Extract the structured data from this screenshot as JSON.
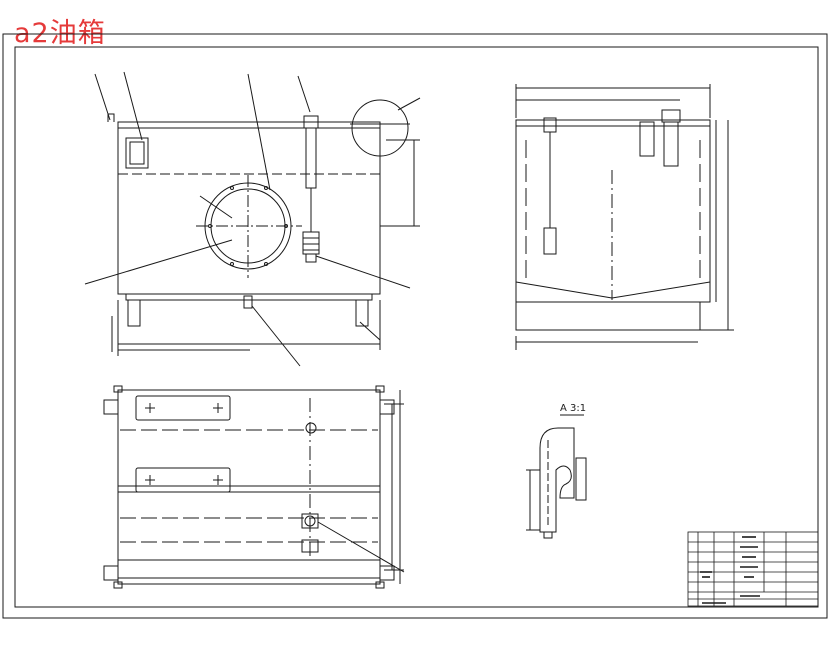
{
  "title": "a2油箱",
  "section_label": "A 3:1",
  "colors": {
    "line": "#1a1a1a",
    "title": "#e53a3a",
    "background": "#ffffff"
  },
  "views": [
    "front-view",
    "side-view",
    "top-view",
    "detail-a-view",
    "title-block"
  ]
}
